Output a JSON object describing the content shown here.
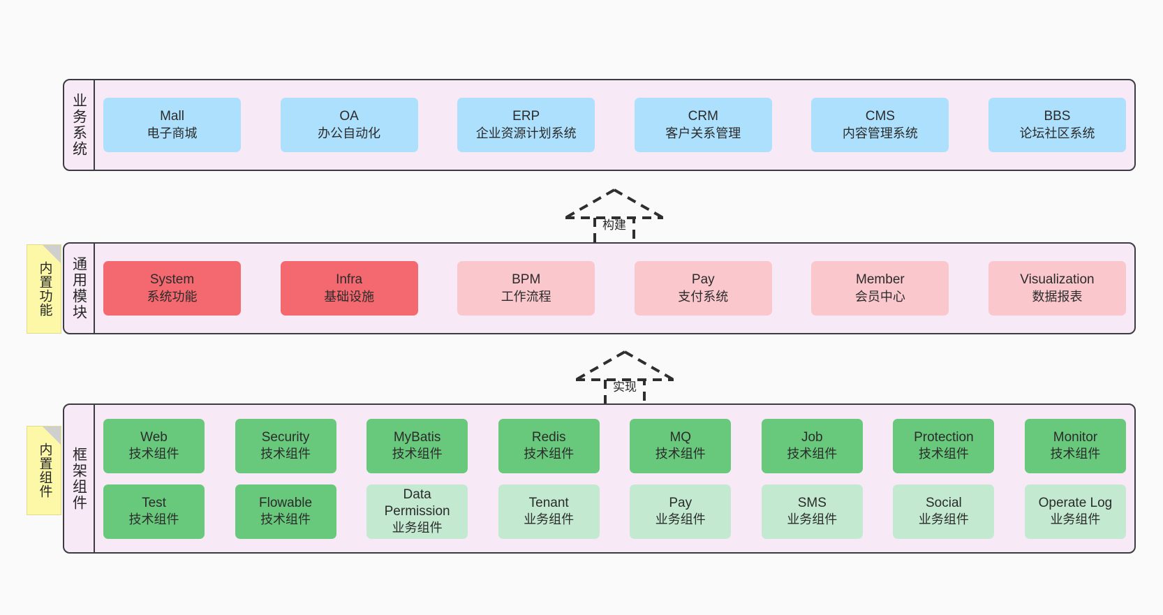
{
  "diagram": {
    "title": "",
    "background": "#fafafa",
    "panel_bg": "#f7e9f6",
    "border_color": "#3b3b42"
  },
  "layers": [
    {
      "id": "business",
      "label": "业务系统",
      "note": null,
      "rows": [
        {
          "color": "#ace0fc",
          "items": [
            {
              "en": "Mall",
              "cn": "电子商城"
            },
            {
              "en": "OA",
              "cn": "办公自动化"
            },
            {
              "en": "ERP",
              "cn": "企业资源计划系统"
            },
            {
              "en": "CRM",
              "cn": "客户关系管理"
            },
            {
              "en": "CMS",
              "cn": "内容管理系统"
            },
            {
              "en": "BBS",
              "cn": "论坛社区系统"
            }
          ]
        }
      ]
    },
    {
      "id": "common-module",
      "label": "通用模块",
      "note": "内置功能",
      "rows": [
        {
          "color": "mixed",
          "items": [
            {
              "en": "System",
              "cn": "系统功能",
              "color": "#f4686f"
            },
            {
              "en": "Infra",
              "cn": "基础设施",
              "color": "#f4686f"
            },
            {
              "en": "BPM",
              "cn": "工作流程",
              "color": "#fac7cd"
            },
            {
              "en": "Pay",
              "cn": "支付系统",
              "color": "#fac7cd"
            },
            {
              "en": "Member",
              "cn": "会员中心",
              "color": "#fac7cd"
            },
            {
              "en": "Visualization",
              "cn": "数据报表",
              "color": "#fac7cd"
            }
          ]
        }
      ]
    },
    {
      "id": "framework",
      "label": "框架组件",
      "note": "内置组件",
      "rows": [
        {
          "color": "#68c97c",
          "items": [
            {
              "en": "Web",
              "cn": "技术组件"
            },
            {
              "en": "Security",
              "cn": "技术组件"
            },
            {
              "en": "MyBatis",
              "cn": "技术组件"
            },
            {
              "en": "Redis",
              "cn": "技术组件"
            },
            {
              "en": "MQ",
              "cn": "技术组件"
            },
            {
              "en": "Job",
              "cn": "技术组件"
            },
            {
              "en": "Protection",
              "cn": "技术组件"
            },
            {
              "en": "Monitor",
              "cn": "技术组件"
            }
          ]
        },
        {
          "color": "mixed2",
          "items": [
            {
              "en": "Test",
              "cn": "技术组件",
              "color": "#68c97c"
            },
            {
              "en": "Flowable",
              "cn": "技术组件",
              "color": "#68c97c"
            },
            {
              "en": "Data Permission",
              "cn": "业务组件",
              "color": "#c3ead0"
            },
            {
              "en": "Tenant",
              "cn": "业务组件",
              "color": "#c3ead0"
            },
            {
              "en": "Pay",
              "cn": "业务组件",
              "color": "#c3ead0"
            },
            {
              "en": "SMS",
              "cn": "业务组件",
              "color": "#c3ead0"
            },
            {
              "en": "Social",
              "cn": "业务组件",
              "color": "#c3ead0"
            },
            {
              "en": "Operate Log",
              "cn": "业务组件",
              "color": "#c3ead0"
            }
          ]
        }
      ]
    }
  ],
  "connectors": [
    {
      "id": "build",
      "label": "构建",
      "style": "dashed-generalization"
    },
    {
      "id": "implement",
      "label": "实现",
      "style": "dashed-generalization"
    }
  ]
}
